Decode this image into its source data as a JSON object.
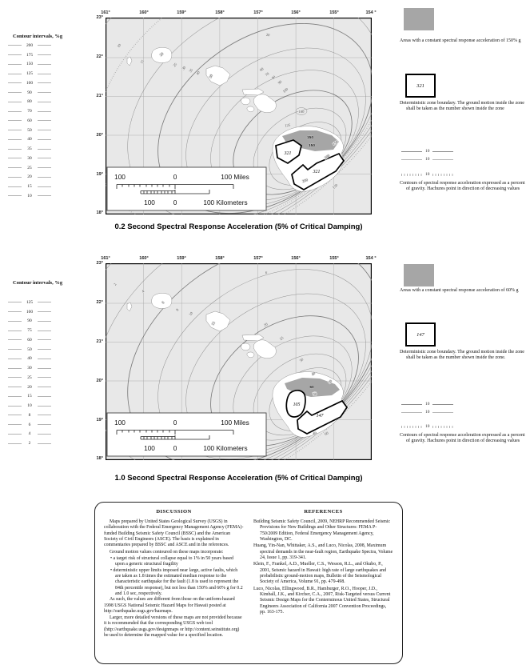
{
  "legend1": {
    "heading": "Contour intervals, %g",
    "values": [
      "200",
      "175",
      "150",
      "125",
      "100",
      "90",
      "80",
      "70",
      "60",
      "50",
      "40",
      "35",
      "30",
      "25",
      "20",
      "15",
      "10"
    ]
  },
  "legend2": {
    "heading": "Contour intervals, %g",
    "values": [
      "125",
      "100",
      "90",
      "75",
      "60",
      "50",
      "40",
      "30",
      "25",
      "20",
      "15",
      "10",
      "8",
      "6",
      "4",
      "2"
    ]
  },
  "map1": {
    "title": "0.2 Second Spectral Response Acceleration (5% of Critical Damping)",
    "lon": [
      "161°",
      "160°",
      "159°",
      "158°",
      "157°",
      "156°",
      "155°",
      "154 °"
    ],
    "lat": [
      "23°",
      "22°",
      "21°",
      "20°",
      "19°",
      "18°"
    ],
    "contour_labels": [
      "10",
      "15",
      "20",
      "25",
      "30",
      "35",
      "40",
      "50",
      "20",
      "60",
      "70",
      "80",
      "90",
      "100",
      "100",
      "125",
      "150",
      "200",
      "200",
      "150"
    ],
    "area_labels": [
      "150",
      "150"
    ],
    "zone_labels": [
      "321",
      "321"
    ],
    "scale": {
      "miles_left": "100",
      "miles_zero": "0",
      "miles_right": "100 Miles",
      "km_left": "100",
      "km_zero": "0",
      "km_right": "100 Kilometers"
    }
  },
  "map2": {
    "title": "1.0 Second Spectral Response Acceleration (5% of Critical Damping)",
    "lon": [
      "161°",
      "160°",
      "159°",
      "158°",
      "157°",
      "156°",
      "155°",
      "154 °"
    ],
    "lat": [
      "23°",
      "22°",
      "21°",
      "20°",
      "19°",
      "18°"
    ],
    "contour_labels": [
      "2",
      "4",
      "6",
      "8",
      "10",
      "15",
      "6",
      "20",
      "25",
      "30",
      "40",
      "50",
      "50",
      "40",
      "60"
    ],
    "area_labels": [
      "60",
      "50"
    ],
    "zone_labels": [
      "105",
      "147"
    ],
    "scale": {
      "miles_left": "100",
      "miles_zero": "0",
      "miles_right": "100 Miles",
      "km_left": "100",
      "km_zero": "0",
      "km_right": "100 Kilometers"
    }
  },
  "right1": {
    "area_caption": "Areas with a constant spectral response acceleration of 150% g",
    "zone_value": "321",
    "zone_caption": "Deterministic zone boundary.  The ground motion inside the zone shall be taken as the number shown inside the zone",
    "c1": "10",
    "c2": "10",
    "c3": "10",
    "contour_caption": "Contours of spectral response acceleration expressed as a percent of gravity.  Hachures point in direction of decreasing values"
  },
  "right2": {
    "area_caption": "Areas with a constant spectral response acceleration of 60% g",
    "zone_value": "147",
    "zone_caption": "Deterministic zone boundary.  The ground motion inside the zone shall be taken as the number shown inside the zone.",
    "c1": "10",
    "c2": "10",
    "c3": "10",
    "contour_caption": "Contours of spectral response acceleration expressed as a percent of gravity.  Hachures point in direction of decreasing values"
  },
  "panel": {
    "discussion_heading": "DISCUSSION",
    "p1": "Maps prepared by United States Geological Survey (USGS) in collaboration with the Federal Emergency Management Agency (FEMA)-funded Building Seismic Safety Council (BSSC) and the American Society of Civil Engineers (ASCE).  The basis is explained in commentaries prepared by BSSC and ASCE and in the references.",
    "p2": "Ground motion values contoured on these maps incorporate:",
    "bullets": [
      "a target risk of structural collapse equal to 1% in 50 years based upon a generic structural fragility",
      "deterministic upper limits imposed near large, active faults, which are taken as 1.8 times the estimated median response to the characteristic earthquake for the fault (1.8 is used to represent  the 84th percentile response), but not less than 150% and 60% g for 0.2 and 1.0 sec, respectively."
    ],
    "p3": "As such, the values are different from those on the uniform-hazard 1998 USGS National Seismic Hazard Maps for Hawaii posted at http://earthquake.usgs.gov/hazmaps.",
    "p4": "Larger, more detailed versions of these maps are not provided because it is recommended that the corresponding USGS web tool (http://earthquake.usgs.gov/designmaps or http://content.seinstitute.org) be used to determine the mapped value for a specified location.",
    "references_heading": "REFERENCES",
    "refs": [
      "Building Seismic Safety Council, 2009, NEHRP Recommended Seismic Provisions for New Buildings and Other Structures: FEMA P-750/2009 Edition, Federal Emergency Management Agency, Washington, DC.",
      "Huang, Yin-Nan, Whittaker, A.S., and Luco, Nicolas, 2008, Maximum spectral demands in the near-fault region, Earthquake Spectra, Volume 24, Issue 1, pp. 319-341.",
      "Klein, F., Frankel, A.D., Mueller, C.S., Wesson, R.L., and Okubo, P., 2001, Seismic hazard in Hawaii: high rate of large earthquakes and probabilistic ground-motion maps, Bulletin of the Seismological Society of America, Volume 91, pp. 479-498.",
      "Luco, Nicolas, Ellingwood, B.R., Hamburger, R.O., Hooper, J.D., Kimball, J.K., and Kircher, C.A., 2007, Risk-Targeted versus Current Seismic Design Maps for the Conterminous United States, Structural Engineers Association of California 2007 Convention Proceedings, pp. 163-175."
    ]
  },
  "colors": {
    "map_bg": "#e8e8e8",
    "area_gray": "#a6a6a6",
    "zone_stroke": "#000000",
    "contour": "#919191"
  }
}
